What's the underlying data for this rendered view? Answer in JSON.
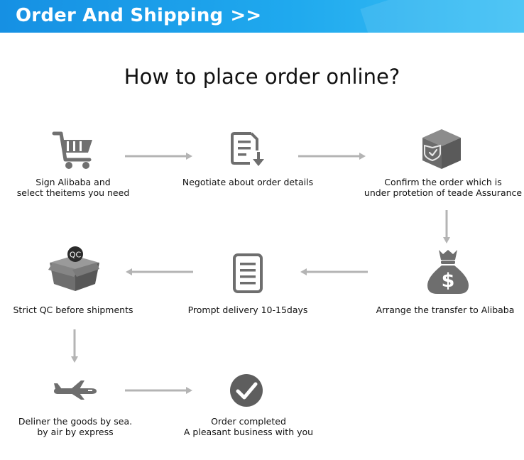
{
  "header": {
    "title": "Order And Shipping",
    "chevron": ">>"
  },
  "title": "How to place order online?",
  "steps": [
    {
      "icon": "shopping-cart-icon",
      "lines": [
        "Sign Alibaba and",
        "select theitems you need"
      ]
    },
    {
      "icon": "document-download-icon",
      "lines": [
        "Negotiate about order details"
      ]
    },
    {
      "icon": "shield-box-icon",
      "lines": [
        "Confirm the order which is",
        "under protetion of teade Assurance"
      ]
    },
    {
      "icon": "money-bag-icon",
      "icon_text": "$",
      "lines": [
        "Arrange the transfer to Alibaba"
      ]
    },
    {
      "icon": "document-list-icon",
      "lines": [
        "Prompt delivery 10-15days"
      ]
    },
    {
      "icon": "qc-box-icon",
      "icon_text": "QC",
      "lines": [
        "Strict QC before shipments"
      ]
    },
    {
      "icon": "airplane-icon",
      "lines": [
        "Deliner the goods by sea.",
        "by air by express"
      ]
    },
    {
      "icon": "check-circle-icon",
      "lines": [
        "Order completed",
        "A pleasant business with you"
      ]
    }
  ],
  "colors": {
    "header": "#1a9be8",
    "icon": "#6e6e6e",
    "arrow": "#b4b4b4",
    "text": "#111111"
  }
}
